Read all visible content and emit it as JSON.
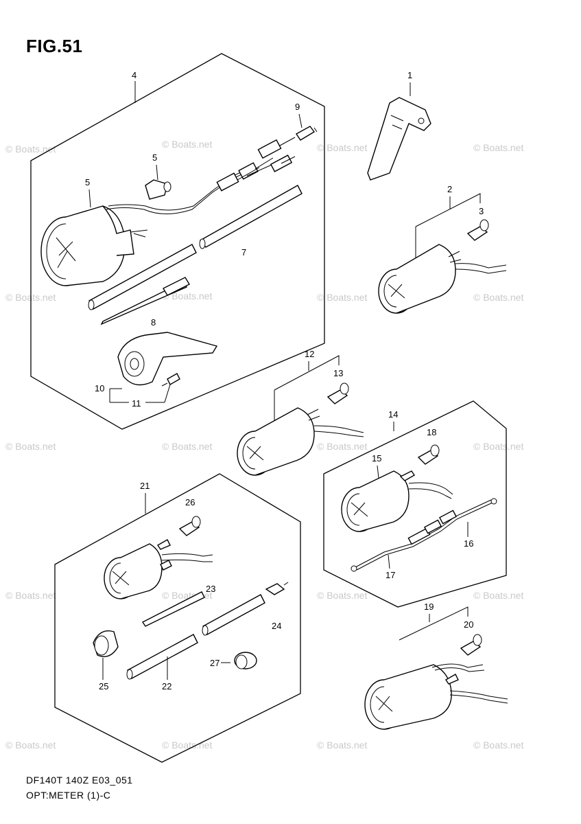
{
  "figure": {
    "title": "FIG.51"
  },
  "footer": {
    "model_code": "DF140T 140Z E03_051",
    "section": "OPT:METER (1)-C"
  },
  "watermark": {
    "text": "© Boats.net"
  },
  "callouts": {
    "c1": "1",
    "c2": "2",
    "c3": "3",
    "c4": "4",
    "c5a": "5",
    "c5b": "5",
    "c7": "7",
    "c8": "8",
    "c9": "9",
    "c10": "10",
    "c11": "11",
    "c12": "12",
    "c13": "13",
    "c14": "14",
    "c15": "15",
    "c16": "16",
    "c17": "17",
    "c18": "18",
    "c19": "19",
    "c20": "20",
    "c21": "21",
    "c22": "22",
    "c23": "23",
    "c24": "24",
    "c25": "25",
    "c26": "26",
    "c27": "27"
  }
}
